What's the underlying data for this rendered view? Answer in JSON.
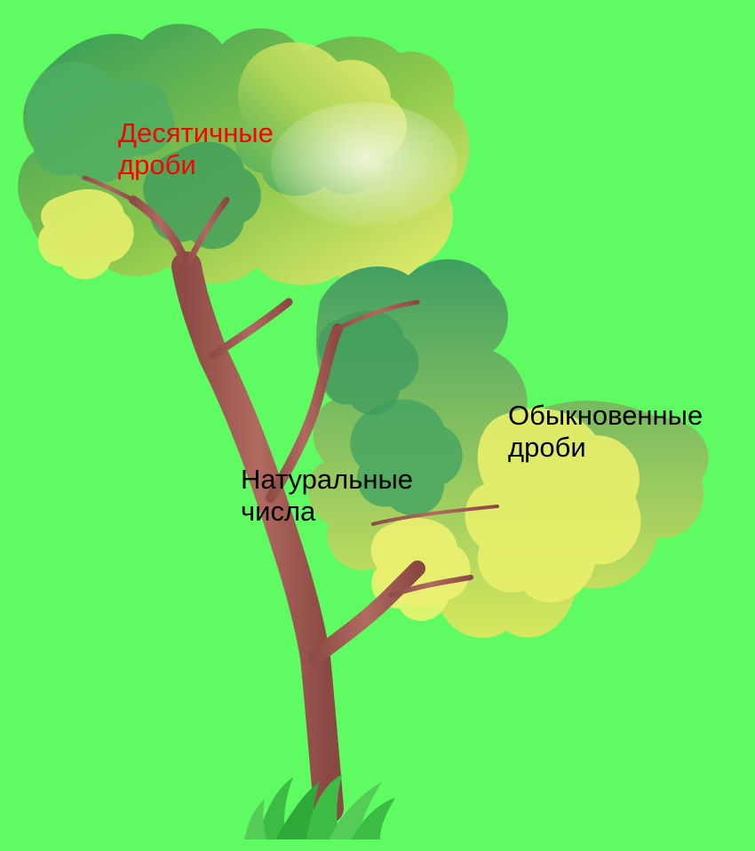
{
  "labels": {
    "decimal": {
      "line1": "Десятичные",
      "line2": "дроби",
      "color": "#ff0000"
    },
    "natural": {
      "line1": "Натуральные",
      "line2": "числа",
      "color": "#000000"
    },
    "common": {
      "line1": "Обыкновенные",
      "line2": "дроби",
      "color": "#000000"
    }
  },
  "colors": {
    "background": "#5efc62",
    "trunk": "#a8625a",
    "foliage_dark": "#3aa85a",
    "foliage_light": "#e8f060",
    "grass": "#3cc040"
  }
}
